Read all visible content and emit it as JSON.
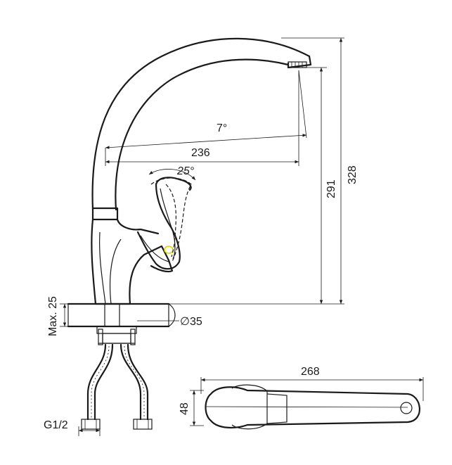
{
  "dimensions": {
    "spout_angle": "7°",
    "spout_reach": "236",
    "spout_height": "291",
    "total_height": "328",
    "handle_angle": "25°",
    "max_counter_thickness": "Max. 25",
    "mounting_diameter": "∅35",
    "hose_thread": "G1/2",
    "handle_length": "268",
    "handle_width": "48"
  },
  "colors": {
    "line": "#1a1a1a",
    "accent_highlight": "#d8d800"
  }
}
